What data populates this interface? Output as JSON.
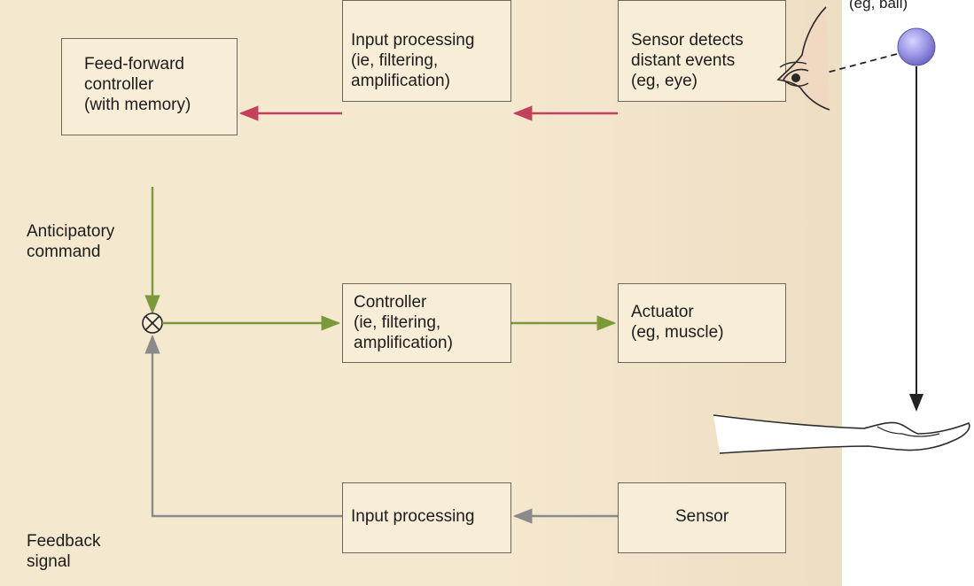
{
  "boxes": {
    "ff_controller": {
      "line1": "Feed-forward",
      "line2": "controller",
      "line3": "(with memory)"
    },
    "input_processing_top": {
      "line1": "Input processing",
      "line2": "(ie, filtering,",
      "line3": "amplification)"
    },
    "sensor_distant": {
      "line1": "Sensor detects",
      "line2": "distant events",
      "line3": "(eg, eye)"
    },
    "controller": {
      "line1": "Controller",
      "line2": "(ie, filtering,",
      "line3": "amplification)"
    },
    "actuator": {
      "line1": "Actuator",
      "line2": "(eg, muscle)"
    },
    "input_processing_bottom": {
      "line1": "Input processing"
    },
    "sensor": {
      "line1": "Sensor"
    }
  },
  "labels": {
    "anticipatory_line1": "Anticipatory",
    "anticipatory_line2": "command",
    "feedback_line1": "Feedback",
    "feedback_line2": "signal",
    "ball": "(eg, ball)"
  },
  "colors": {
    "green_arrow": "#7a9a3a",
    "red_arrow": "#c2415a",
    "gray_arrow": "#8a8a8a",
    "black_arrow": "#222222",
    "ball": "#9a94e6"
  }
}
